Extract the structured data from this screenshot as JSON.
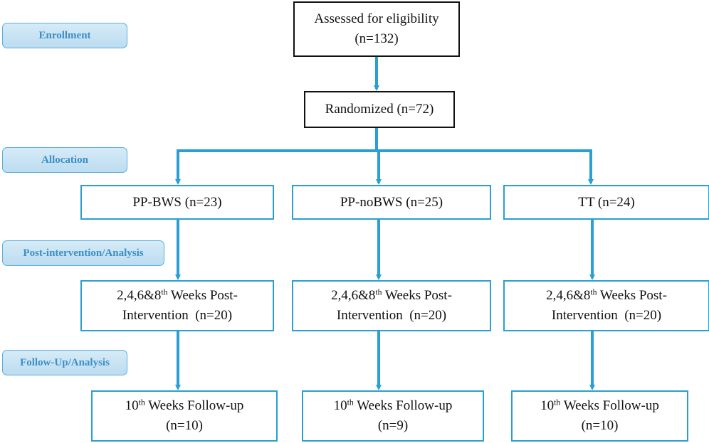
{
  "colors": {
    "connector": "#2a9fd4",
    "stage_fill": "#c9e4f5",
    "stage_text": "#3a8fc8",
    "box_border": "#111111"
  },
  "stages": {
    "enrollment": "Enrollment",
    "allocation": "Allocation",
    "post_intervention": "Post-intervention/Analysis",
    "follow_up": "Follow-Up/Analysis"
  },
  "assessed": {
    "label": "Assessed for eligibility",
    "n": "(n=132)"
  },
  "randomized": {
    "label": "Randomized (n=72)"
  },
  "arms": [
    {
      "name": "PP-BWS (n=23)",
      "post": {
        "prefix": "2,4,6&8",
        "sup": "th",
        "suffix": " Weeks Post-",
        "line2": "Intervention  (n=20)"
      },
      "follow": {
        "prefix": "10",
        "sup": "th",
        "suffix": " Weeks Follow-up",
        "n": "(n=10)"
      }
    },
    {
      "name": "PP-noBWS (n=25)",
      "post": {
        "prefix": "2,4,6&8",
        "sup": "th",
        "suffix": " Weeks Post-",
        "line2": "Intervention  (n=20)"
      },
      "follow": {
        "prefix": "10",
        "sup": "th",
        "suffix": " Weeks Follow-up",
        "n": "(n=9)"
      }
    },
    {
      "name": "TT (n=24)",
      "post": {
        "prefix": "2,4,6&8",
        "sup": "th",
        "suffix": " Weeks Post-",
        "line2": "Intervention  (n=20)"
      },
      "follow": {
        "prefix": "10",
        "sup": "th",
        "suffix": " Weeks Follow-up",
        "n": "(n=10)"
      }
    }
  ]
}
